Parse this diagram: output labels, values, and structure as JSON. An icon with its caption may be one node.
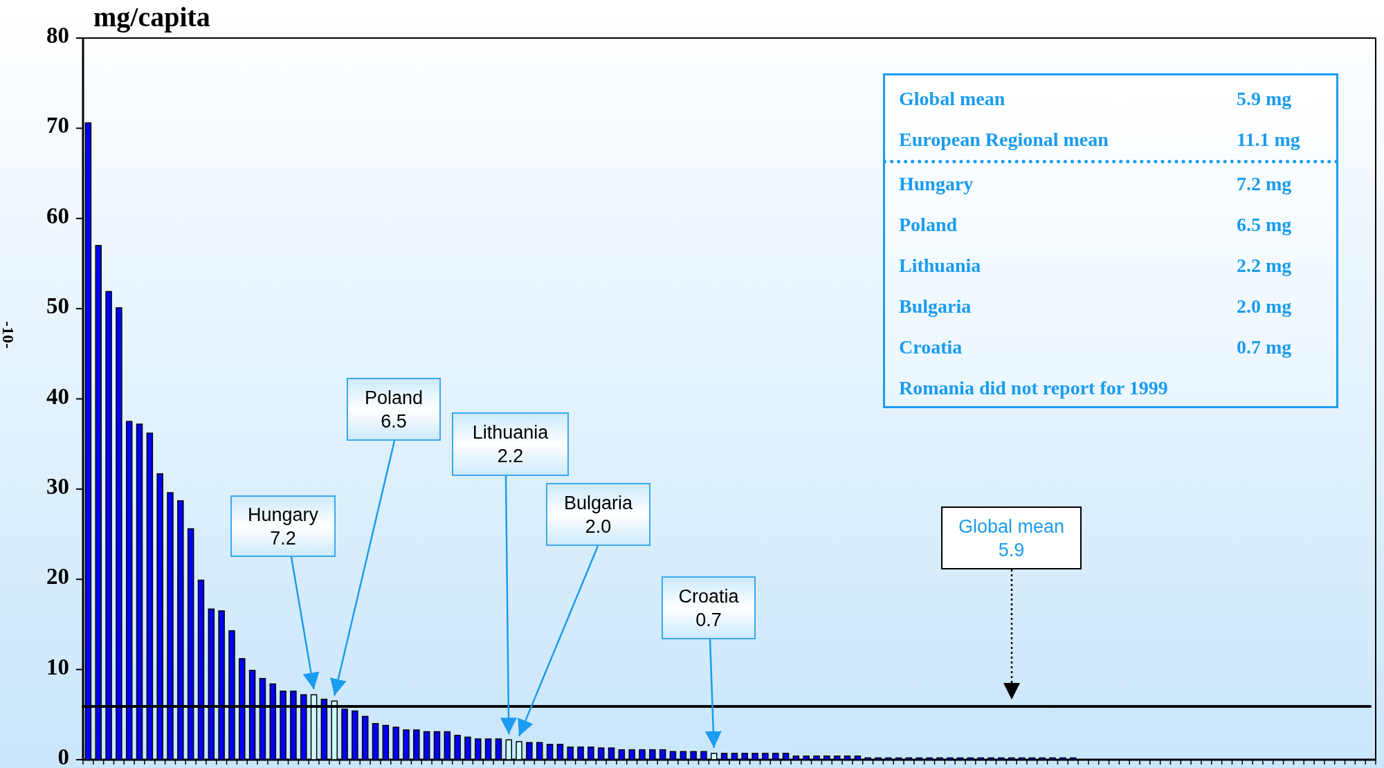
{
  "diagram": {
    "nodes": [
      {
        "text": [
          "Hungary",
          "7.2"
        ]
      },
      {
        "text": [
          "Poland",
          "6.5"
        ]
      },
      {
        "text": [
          "Lithuania",
          "2.2"
        ]
      },
      {
        "text": [
          "Bulgaria",
          "2.0"
        ]
      },
      {
        "text": [
          "Croatia",
          "0.7"
        ]
      },
      {
        "text": [
          "Global mean",
          "5.9"
        ]
      },
      {
        "text": [
          "Global mean",
          "5.9 mg",
          "European Regional mean",
          "11.1 mg",
          "Hungary",
          "7.2 mg",
          "Poland",
          "6.5 mg",
          "Lithuania",
          "2.2 mg",
          "Bulgaria",
          "2.0 mg",
          "Croatia",
          "0.7 mg",
          "Romania did not report for 1999"
        ]
      }
    ],
    "edges": [
      {
        "from": 0,
        "to": null,
        "arrow": "to"
      },
      {
        "from": 1,
        "to": null,
        "arrow": "to"
      },
      {
        "from": 2,
        "to": null,
        "arrow": "to"
      },
      {
        "from": 3,
        "to": null,
        "arrow": "to"
      },
      {
        "from": 4,
        "to": null,
        "arrow": "to"
      },
      {
        "from": 5,
        "to": null,
        "arrow": "to",
        "style": "dashed",
        "color": "#000000"
      }
    ],
    "labels": [
      "-10-"
    ],
    "chart_data": {
      "type": "bar",
      "ylabel": "mg/capita",
      "ylim": [
        0,
        80
      ],
      "yticks": [
        0,
        10,
        20,
        30,
        40,
        50,
        60,
        70,
        80
      ],
      "stacked": true,
      "series": [
        {
          "color": "#0000ff",
          "values": [
            70.6,
            57.0,
            51.9,
            50.1,
            37.5,
            37.2,
            36.2,
            31.7,
            29.6,
            28.7,
            25.6,
            19.9,
            16.7,
            16.5,
            14.3,
            11.2,
            9.9,
            9.0,
            8.4,
            7.6,
            7.6,
            7.2,
            null,
            6.7,
            null,
            5.6,
            5.4,
            4.8,
            4.0,
            3.8,
            3.6,
            3.3,
            3.3,
            3.1,
            3.1,
            3.1,
            2.7,
            2.5,
            2.3,
            2.3,
            2.3,
            null,
            null,
            1.9,
            1.9,
            1.7,
            1.7,
            1.4,
            1.4,
            1.4,
            1.3,
            1.3,
            1.1,
            1.1,
            1.1,
            1.1,
            1.1,
            0.9,
            0.9,
            0.9,
            0.9,
            null,
            0.7,
            0.7,
            0.7,
            0.7,
            0.7,
            0.7,
            0.7,
            0.4,
            0.4,
            0.4,
            0.4,
            0.4,
            0.4,
            0.4,
            0.2,
            0.2,
            0.2,
            0.2,
            0.2,
            0.2,
            0.2,
            0.2,
            0.2,
            0.2,
            0.2,
            0.2,
            0.2,
            0.2,
            0.2,
            0.2,
            0.2,
            0.2,
            0.2,
            0.2,
            0.2,
            null,
            null,
            null,
            null,
            null,
            null,
            null,
            null,
            null,
            null,
            null,
            null,
            null,
            null,
            null,
            null,
            null,
            null,
            null,
            null,
            null,
            null,
            null,
            null,
            null,
            null,
            null,
            null,
            null
          ]
        },
        {
          "color": "#ccffff",
          "values": [
            null,
            null,
            null,
            null,
            null,
            null,
            null,
            null,
            null,
            null,
            null,
            null,
            null,
            null,
            null,
            null,
            null,
            null,
            null,
            null,
            null,
            null,
            7.2,
            null,
            6.5,
            null,
            null,
            null,
            null,
            null,
            null,
            null,
            null,
            null,
            null,
            null,
            null,
            null,
            null,
            null,
            null,
            2.2,
            2.0,
            null,
            null,
            null,
            null,
            null,
            null,
            null,
            null,
            null,
            null,
            null,
            null,
            null,
            null,
            null,
            null,
            null,
            null,
            0.7,
            null,
            null,
            null,
            null,
            null,
            null,
            null,
            null,
            null,
            null,
            null,
            null,
            null,
            null,
            null,
            null,
            null,
            null,
            null,
            null,
            null,
            null,
            null,
            null,
            null,
            null,
            null,
            null,
            null,
            null,
            null,
            null,
            null,
            null,
            null,
            null,
            null,
            null,
            null,
            null,
            null,
            null,
            null,
            null,
            null,
            null,
            null,
            null,
            null,
            null,
            null,
            null,
            null,
            null,
            null,
            null,
            null,
            null,
            null,
            null
          ]
        }
      ],
      "ref_lines": [
        {
          "axis": "y",
          "value": 5.9
        }
      ]
    }
  }
}
